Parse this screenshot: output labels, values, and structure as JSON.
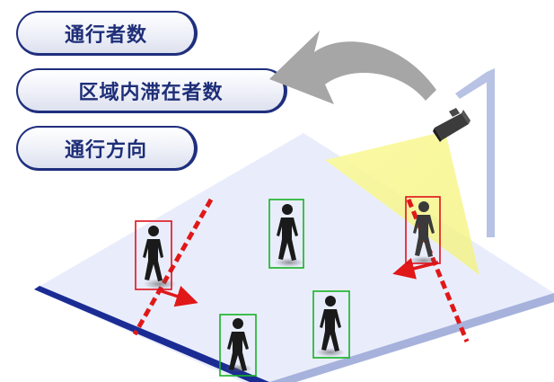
{
  "labels": [
    {
      "text": "通行者数"
    },
    {
      "text": "区域内滞在者数"
    },
    {
      "text": "通行方向"
    }
  ],
  "colors": {
    "pill_text": "#1e2e78",
    "pill_border": "#1f2f7e",
    "floor": "#e9edfb",
    "floor_edge_left": "#1a2c94",
    "floor_edge_right": "#a6b2dc",
    "pole": "#b7c2e4",
    "camera_beam": "#fbfaa0",
    "arrow_gray": "#a6a6a6",
    "counting_line": "#e01818",
    "counting_arrow": "#e01818",
    "box_counted": "#e0101c",
    "box_uncounted": "#17b324",
    "person": "#1a1a1a"
  },
  "people": [
    {
      "id": "person-1",
      "status": "crossing"
    },
    {
      "id": "person-2",
      "status": "inside"
    },
    {
      "id": "person-3",
      "status": "crossing"
    },
    {
      "id": "person-4",
      "status": "inside"
    },
    {
      "id": "person-5",
      "status": "inside"
    }
  ]
}
